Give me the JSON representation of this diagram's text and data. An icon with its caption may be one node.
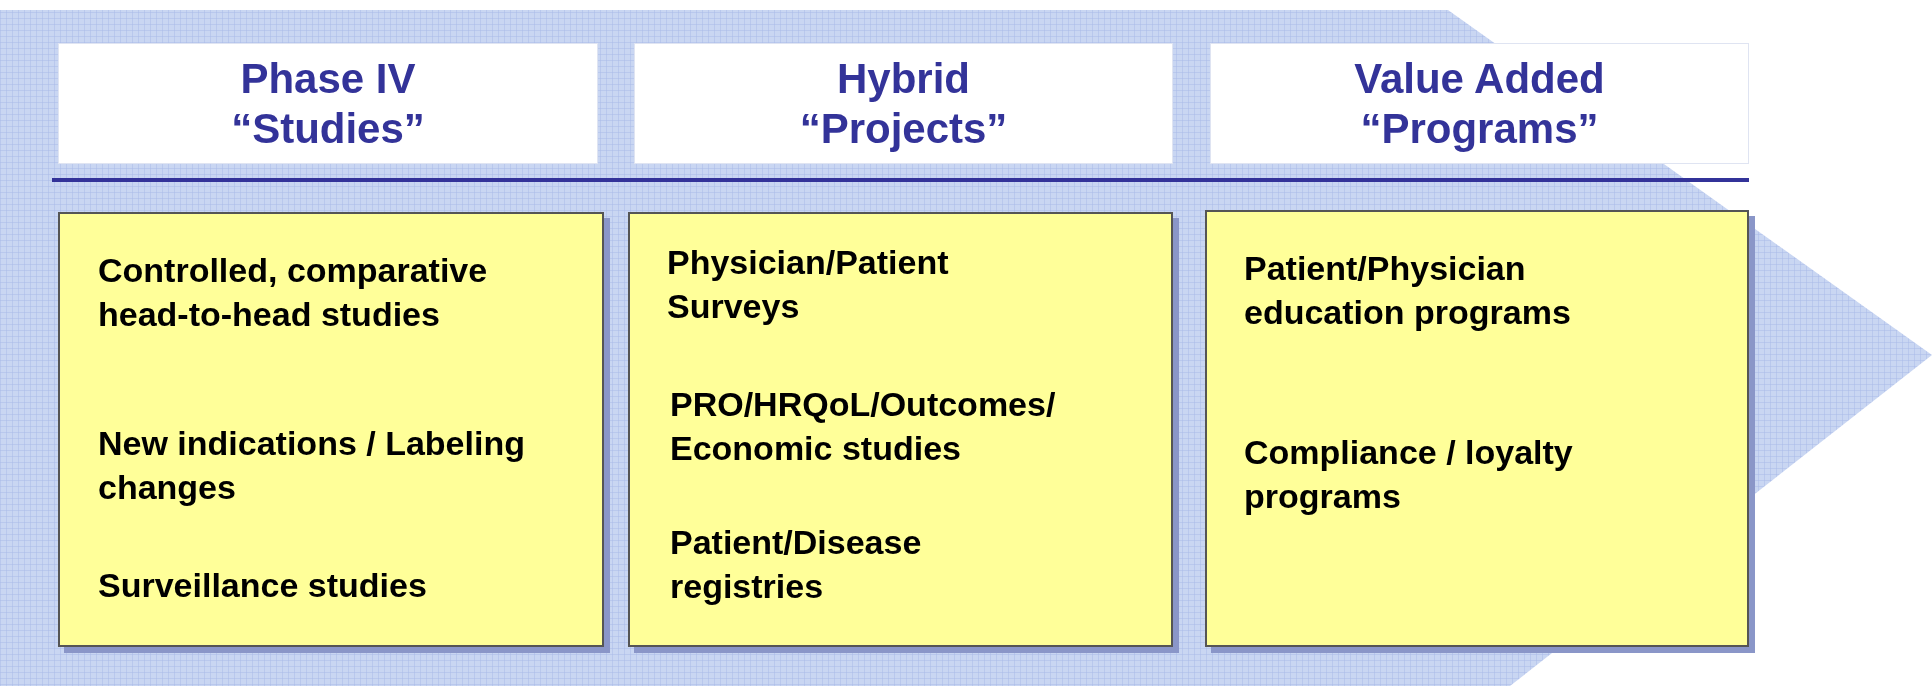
{
  "diagram": {
    "nodes": [
      {
        "text": [
          "Phase IV",
          "“Studies”"
        ]
      },
      {
        "text": [
          "Hybrid",
          "“Projects”"
        ]
      },
      {
        "text": [
          "Value Added",
          "“Programs”"
        ]
      },
      {
        "text": [
          "Controlled, comparative head-to-head studies",
          "New indications / Labeling changes",
          "Surveillance studies"
        ]
      },
      {
        "text": [
          "Physician/Patient Surveys",
          "PRO/HRQoL/Outcomes/ Economic studies",
          "Patient/Disease registries"
        ]
      },
      {
        "text": [
          "Patient/Physician education programs",
          "Compliance / loyalty programs"
        ]
      }
    ],
    "edges": []
  }
}
